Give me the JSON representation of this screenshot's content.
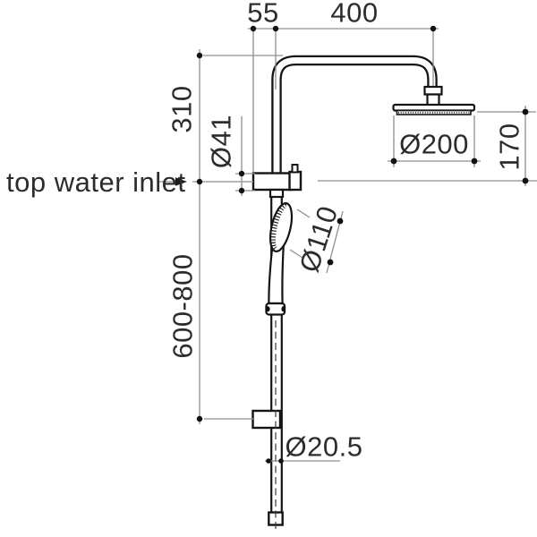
{
  "drawing": {
    "type": "technical-dimension-diagram",
    "subject": "rail shower column with overhead shower and hand shower",
    "units_implied": "mm"
  },
  "labels": {
    "top_water_inlet": "top water inlet"
  },
  "dims": {
    "wall_offset": "55",
    "reach": "400",
    "upper_height": "310",
    "inlet_diameter": "Ø41",
    "head_diameter": "Ø200",
    "head_drop": "170",
    "handshower_diameter": "Ø110",
    "rail_height_range": "600-800",
    "rail_diameter": "Ø20.5"
  },
  "colors": {
    "background": "#ffffff",
    "fixture_line": "#141414",
    "dimension_line": "#8f8f8f",
    "text": "#2c2c2c"
  }
}
